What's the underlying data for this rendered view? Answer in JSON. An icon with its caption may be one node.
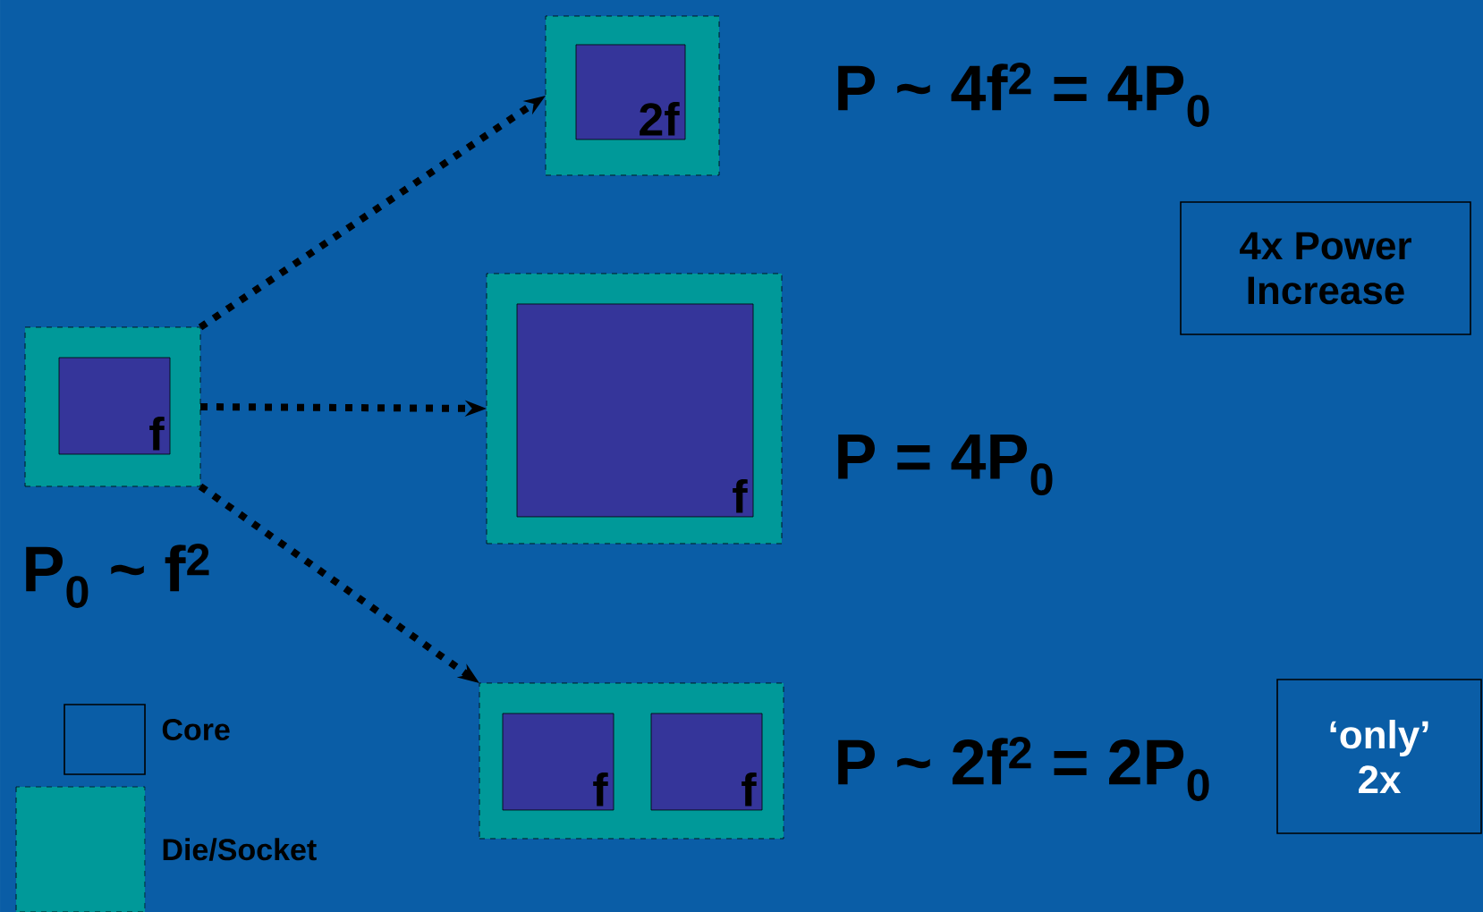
{
  "diagram": {
    "nodes": [
      {
        "text": [],
        "shape": "box"
      },
      {
        "text": [
          "f"
        ],
        "in": 0
      },
      {
        "text": [],
        "shape": "box"
      },
      {
        "text": [
          "2f"
        ],
        "in": 2
      },
      {
        "text": [],
        "shape": "box"
      },
      {
        "text": [
          "f"
        ],
        "in": 4
      },
      {
        "text": [],
        "shape": "box"
      },
      {
        "text": [
          "f"
        ],
        "in": 6
      },
      {
        "text": [
          "f"
        ],
        "in": 6
      },
      {
        "text": [
          "4x Power Increase"
        ]
      },
      {
        "text": [
          "‘only’ 2x"
        ]
      }
    ],
    "edges": [
      {
        "from": 0,
        "to": 2,
        "arrow": "to"
      },
      {
        "from": 0,
        "to": 4,
        "arrow": "to"
      },
      {
        "from": 0,
        "to": 6,
        "arrow": "to"
      }
    ],
    "labels": [
      "P ~ 4f$^{2}$ = 4P$_{0}$",
      "P = 4P$_{0}$",
      "P$_{0}$ ~ f$^{2}$",
      "P ~ 2f$^{2}$ = 2P$_{0}$"
    ],
    "legend": [
      {
        "text": "Core"
      },
      {
        "text": "Die/Socket",
        "color": "#009999"
      }
    ]
  }
}
